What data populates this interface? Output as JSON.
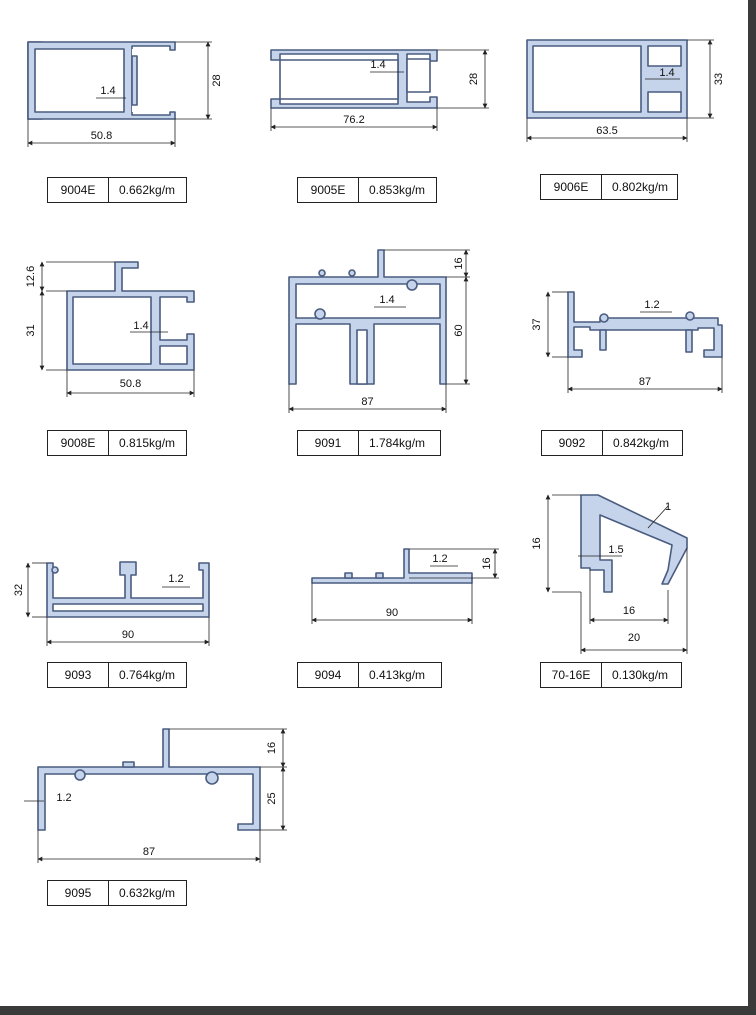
{
  "profiles": [
    {
      "code": "9004E",
      "weight": "0.662kg/m",
      "dims": {
        "width": "50.8",
        "height": "28",
        "wall": "1.4"
      }
    },
    {
      "code": "9005E",
      "weight": "0.853kg/m",
      "dims": {
        "width": "76.2",
        "height": "28",
        "wall": "1.4"
      }
    },
    {
      "code": "9006E",
      "weight": "0.802kg/m",
      "dims": {
        "width": "63.5",
        "height": "33",
        "wall": "1.4"
      }
    },
    {
      "code": "9008E",
      "weight": "0.815kg/m",
      "dims": {
        "width": "50.8",
        "height": "31",
        "top": "12.6",
        "wall": "1.4"
      }
    },
    {
      "code": "9091",
      "weight": "1.784kg/m",
      "dims": {
        "width": "87",
        "height": "60",
        "top": "16",
        "wall": "1.4"
      }
    },
    {
      "code": "9092",
      "weight": "0.842kg/m",
      "dims": {
        "width": "87",
        "height": "37",
        "wall": "1.2"
      }
    },
    {
      "code": "9093",
      "weight": "0.764kg/m",
      "dims": {
        "width": "90",
        "height": "32",
        "wall": "1.2"
      }
    },
    {
      "code": "9094",
      "weight": "0.413kg/m",
      "dims": {
        "width": "90",
        "height": "16",
        "wall": "1.2"
      }
    },
    {
      "code": "70-16E",
      "weight": "0.130kg/m",
      "dims": {
        "width": "20",
        "inner": "16",
        "height": "16",
        "wall": "1.5",
        "lip": "1"
      }
    },
    {
      "code": "9095",
      "weight": "0.632kg/m",
      "dims": {
        "width": "87",
        "height": "25",
        "top": "16",
        "wall": "1.2"
      }
    }
  ],
  "colors": {
    "profile_fill": "#c5d4ea",
    "profile_stroke": "#4a5c80",
    "dim_line": "#222222",
    "frame": "#3a3a3a"
  }
}
